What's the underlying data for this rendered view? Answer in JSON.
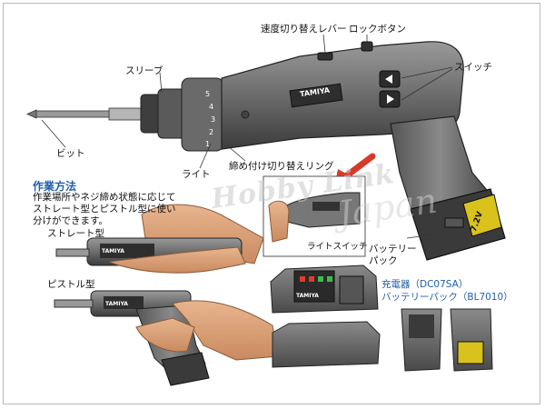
{
  "labels": {
    "speed_lever": "速度切り替えレバー",
    "lock_button": "ロックボタン",
    "sleeve": "スリーブ",
    "switch": "スイッチ",
    "bit": "ビット",
    "light": "ライト",
    "torque_ring": "締め付け切り替えリング",
    "light_switch": "ライトスイッチ",
    "battery_pack": [
      "バッテリー",
      "パック"
    ],
    "charger": "充電器（DC07SA）",
    "battery_model": "バッテリーパック（BL7010）"
  },
  "usage": {
    "heading": "作業方法",
    "lines": [
      "作業場所やネジ締め状態に応じて",
      "ストレート型とピストル型に使い",
      "分けができます。"
    ],
    "straight": "ストレート型",
    "pistol": "ピストル型"
  },
  "brand": "TAMIYA",
  "battery_voltage": "7.2V",
  "watermark": [
    "Hobby Link",
    "Japan"
  ],
  "colors": {
    "body": "#6f6f6f",
    "body_dark": "#4a4a4a",
    "accent_blue": "#1f5fa8",
    "arrow_red": "#d83a2a",
    "skin": "#d9a27a"
  }
}
